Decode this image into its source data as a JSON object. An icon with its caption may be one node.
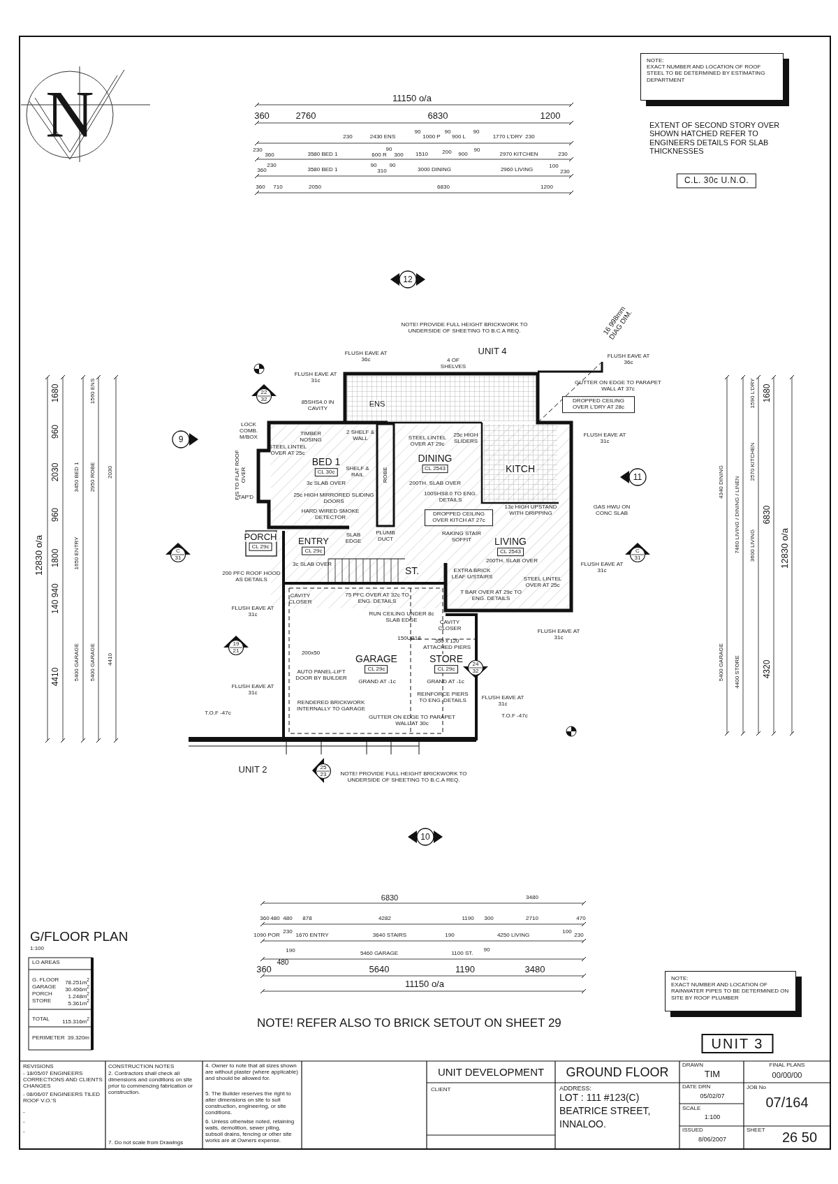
{
  "diagram": {
    "nodes": [
      {
        "text": [
          "NOTE:",
          "EXACT NUMBER AND LOCATION OF ROOF STEEL TO BE DETERMINED BY ESTIMATING DEPARTMENT"
        ]
      },
      {
        "text": [
          "C.L. 30c U.N.O."
        ]
      },
      {
        "text": [
          "12"
        ]
      },
      {
        "text": [
          "9"
        ]
      },
      {
        "text": [
          "11"
        ]
      },
      {
        "text": [
          "10"
        ]
      },
      {
        "text": [
          "22",
          "32"
        ]
      },
      {
        "text": [
          "C",
          "31"
        ]
      },
      {
        "text": [
          "C",
          "31"
        ]
      },
      {
        "text": [
          "19",
          "21"
        ]
      },
      {
        "text": [
          "24",
          "32"
        ]
      },
      {
        "text": [
          "25",
          "23"
        ]
      },
      {
        "text": [
          "ENS"
        ]
      },
      {
        "text": [
          "BED 1",
          "CL 30c"
        ]
      },
      {
        "text": [
          "DINING",
          "CL 2543"
        ]
      },
      {
        "text": [
          "KITCH"
        ]
      },
      {
        "text": [
          "LIVING",
          "CL 2543"
        ]
      },
      {
        "text": [
          "PORCH",
          "CL 29c"
        ]
      },
      {
        "text": [
          "ENTRY",
          "CL 29c"
        ]
      },
      {
        "text": [
          "ST."
        ]
      },
      {
        "text": [
          "GARAGE",
          "CL 29c"
        ]
      },
      {
        "text": [
          "STORE",
          "CL 29c"
        ]
      },
      {
        "text": [
          "DROPPED CEILING OVER L'DRY AT 28c"
        ]
      },
      {
        "text": [
          "DROPPED CEILING OVER KITCH AT 27c"
        ]
      },
      {
        "text": [
          "NOTE:",
          "EXACT NUMBER AND LOCATION OF RAINWATER PIPES TO BE DETERMINED ON SITE BY ROOF PLUMBER"
        ]
      },
      {
        "text": [
          "UNIT 3"
        ]
      }
    ],
    "labels": [
      "EXTENT OF SECOND STORY OVER SHOWN HATCHED REFER TO ENGINEERS DETAILS FOR SLAB THICKNESSES",
      "11150 o/a",
      "360",
      "2760",
      "6830",
      "1200",
      "230",
      "2430 ENS",
      "90",
      "1000 P",
      "90",
      "900 L",
      "90",
      "1770 L'DRY",
      "230",
      "230",
      "360",
      "3580 BED 1",
      "600 R",
      "90",
      "300",
      "1510",
      "200",
      "900",
      "90",
      "2970 KITCHEN",
      "230",
      "360",
      "230",
      "3580 BED 1",
      "90",
      "310",
      "90",
      "3000 DINING",
      "2960 LIVING",
      "100",
      "230",
      "360",
      "710",
      "2050",
      "6830",
      "1200",
      "12830 o/a",
      "1680",
      "960",
      "2030",
      "960",
      "1800",
      "140 940",
      "4410",
      "3450 BED 1",
      "1650 ENTRY",
      "5400 GARAGE",
      "1560 ENS",
      "2950 ROBE",
      "5400 GARAGE",
      "2030",
      "4410",
      "4340 DINING",
      "5400 GARAGE",
      "7460 LIVING / DINING / LINEN",
      "4400 STORE",
      "1590 L'DRY",
      "2570 KITCHEN",
      "3600 LIVING",
      "1680",
      "6830",
      "4320",
      "12830 o/a",
      "NOTE! PROVIDE FULL HEIGHT BRICKWORK TO UNDERSIDE OF SHEETING TO B.C.A REQ.",
      "16 998mm DIAG DIM.",
      "UNIT 4",
      "FLUSH EAVE AT 36c",
      "4 OF SHELVES",
      "FLUSH EAVE AT 36c",
      "FLUSH EAVE AT 31c",
      "GUTTER ON EDGE TO PARAPET WALL AT 37c",
      "85SHS4.0 IN CAVITY",
      "LOCK COMB. M/BOX",
      "TIMBER NOSING",
      "2 SHELF & WALL",
      "STEEL LINTEL OVER AT 29c",
      "25c HIGH SLIDERS",
      "STEEL LINTEL OVER AT 25c",
      "F/S TO FLAT ROOF OVER",
      "SHELF & RAIL",
      "ROBE",
      "3c SLAB OVER",
      "200TH. SLAB OVER",
      "TAP'D",
      "25c HIGH MIRRORED SLIDING DOORS",
      "100SHS8.0 TO ENG. DETAILS",
      "FLUSH EAVE AT 31c",
      "13c HIGH UPSTAND WITH DRIPPING",
      "GAS HWU ON CONC SLAB",
      "HARD WIRED SMOKE DETECTOR",
      "SLAB EDGE",
      "PLUMB DUCT",
      "RAKING STAIR SOFFIT",
      "3c SLAB OVER",
      "200TH. SLAB OVER",
      "FLUSH EAVE AT 31c",
      "200 PFC ROOF HOOD AS DETAILS",
      "EXTRA BRICK LEAF U/STAIRS",
      "STEEL LINTEL OVER AT 25c",
      "CAVITY CLOSER",
      "75 PFC OVER AT 32c TO ENG. DETAILS",
      "T BAR OVER AT 29c TO ENG. DETAILS",
      "FLUSH EAVE AT 31c",
      "RUN CEILING UNDER 8c SLAB EDGE",
      "CAVITY CLOSER",
      "FLUSH EAVE AT 31c",
      "350 x 120 ATTACHED PIERS",
      "150UB18",
      "200x50",
      "AUTO PANEL-LIFT DOOR BY BUILDER",
      "GRAND AT -1c",
      "GRAND AT -1c",
      "REINFORCE PIERS TO ENG. DETAILS",
      "FLUSH EAVE AT 31c",
      "FLUSH EAVE AT 31c",
      "RENDERED BRICKWORK INTERNALLY TO GARAGE",
      "T.O.F -47c",
      "T.O.F -47c",
      "GUTTER ON EDGE TO PARAPET WALL AT 30c",
      "UNIT 2",
      "NOTE! PROVIDE FULL HEIGHT BRICKWORK TO UNDERSIDE OF SHEETING TO B.C.A REQ.",
      "6830",
      "3480",
      "360",
      "480",
      "480",
      "878",
      "4282",
      "1190",
      "300",
      "2710",
      "470",
      "1090 POR",
      "230",
      "1670 ENTRY",
      "3640 STAIRS",
      "190",
      "4250 LIVING",
      "100",
      "230",
      "190",
      "5460 GARAGE",
      "1100 ST.",
      "90",
      "360",
      "480",
      "5640",
      "1190",
      "3480",
      "11150 o/a",
      "G/FLOOR PLAN",
      "1:100",
      "LO AREAS",
      "G. FLOOR",
      "78.251m$^{2}$",
      "GARAGE",
      "30.456m$^{2}$",
      "PORCH",
      "1.248m$^{2}$",
      "STORE",
      "5.361m$^{2}$",
      "TOTAL",
      "115.316m$^{2}$",
      "PERIMETER",
      "39.320m",
      "NOTE! REFER ALSO TO BRICK SETOUT ON SHEET 29",
      "REVISIONS",
      "- 18/05/07 ENGINEERS CORRECTIONS AND CLIENTS CHANGES",
      "- 08/06/07 ENGINEERS TILED ROOF V.O.'S",
      "-",
      "-",
      "-",
      "CONSTRUCTION NOTES",
      "2. Contractors shall check all dimensions and conditions on site prior to commencing fabrication or construction.",
      "7. Do not scale from Drawings",
      "4. Owner to note that all sizes shown are without plaster (where applicable) and should be allowed for.",
      "5. The Builder reserves the right to alter dimensions on site to suit construction, engineering, or site conditions.",
      "6. Unless otherwise noted, retaining walls, demolition, sewer piling, subsoil drains, fencing or other site works are at Owners expense.",
      "UNIT DEVELOPMENT",
      "CLIENT",
      "GROUND FLOOR",
      "ADDRESS:",
      "LOT : 111 #123(C)",
      "BEATRICE STREET,",
      "INNALOO.",
      "DRAWN",
      "TIM",
      "DATE DRN",
      "05/02/07",
      "SCALE",
      "1:100",
      "ISSUED",
      "8/06/2007",
      "FINAL PLANS",
      "00/00/00",
      "JOB No",
      "07/164",
      "SHEET",
      "26 50",
      "N"
    ]
  }
}
